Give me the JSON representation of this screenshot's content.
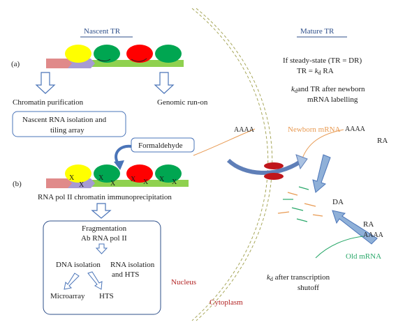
{
  "headers": {
    "nascent": "Nascent TR",
    "mature": "Mature TR"
  },
  "labels": {
    "a": "(a)",
    "b": "(b)"
  },
  "section_a": {
    "chromatin_purification": "Chromatin purification",
    "genomic_run_on": "Genomic run-on",
    "nascent_box_line1": "Nascent RNA isolation and",
    "nascent_box_line2": "tiling array"
  },
  "section_b": {
    "formaldehyde": "Formaldehyde",
    "crosslink_mark": "X",
    "ip_label": "RNA pol II chromatin immunoprecipitation",
    "box": {
      "fragmentation": "Fragmentation",
      "ab": "Ab RNA pol II",
      "dna_isolation": "DNA isolation",
      "rna_isolation_line1": "RNA isolation",
      "rna_isolation_line2": "and HTS",
      "microarray": "Microarray",
      "hts": "HTS"
    }
  },
  "compartments": {
    "nucleus": "Nucleus",
    "cytoplasm": "Cytoplasm"
  },
  "mature": {
    "steady_line1": "If steady-state (TR = DR)",
    "steady_line2_prefix": "TR = ",
    "steady_line2_k": "k",
    "steady_line2_sub": "d",
    "steady_line2_suffix": " RA",
    "kd_line1_k": "k",
    "kd_line1_sub": "d",
    "kd_line1_rest": "and TR after newborn",
    "kd_line2": "mRNA labelling",
    "newborn": "Newborn mRNA",
    "poly_a": "AAAA",
    "ra": "RA",
    "da": "DA",
    "old": "Old mRNA",
    "shutoff_k": "k",
    "shutoff_sub": "d",
    "shutoff_line1_rest": " after transcription",
    "shutoff_line2": "shutoff"
  },
  "colors": {
    "header_blue": "#2e4f8a",
    "newborn_orange": "#e89a52",
    "old_green": "#2aa86a",
    "compartment_red": "#b22222",
    "pore_red": "#c0161b",
    "dna_green": "#8fd14f",
    "polII_yellow": "#ffff00",
    "polII_green": "#00a651",
    "polII_red": "#ff0000",
    "promoter_pink": "#e08a8a",
    "promoter_purple": "#a79bd3",
    "arrow_outline": "#4a74b8",
    "arrow_fill": "#8fb0d8"
  }
}
